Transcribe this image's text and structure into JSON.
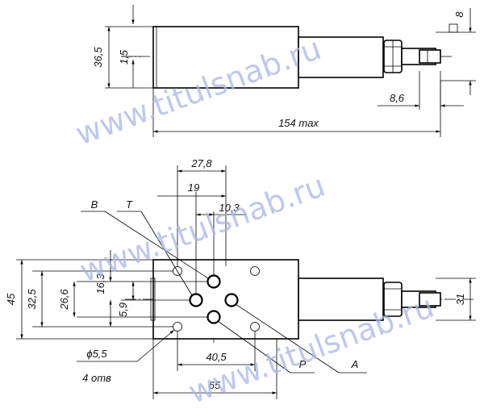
{
  "watermark": "www.titulsnab.ru",
  "top_view": {
    "dims": {
      "height": "36,5",
      "offset": "1,5",
      "square": "8",
      "stem": "8,6",
      "length": "154 max"
    }
  },
  "front_view": {
    "dims": {
      "d_27_8": "27,8",
      "d_19": "19",
      "d_10_3": "10,3",
      "d_45": "45",
      "d_32_5": "32,5",
      "d_26_6": "26,6",
      "d_16_3": "16,3",
      "d_5_9": "5,9",
      "d_31": "31",
      "d_40_5": "40,5",
      "d_65": "65",
      "hole_dia": "ϕ5,5",
      "hole_count": "4 отв"
    },
    "ports": {
      "B": "B",
      "T": "T",
      "P": "P",
      "A": "A"
    }
  }
}
